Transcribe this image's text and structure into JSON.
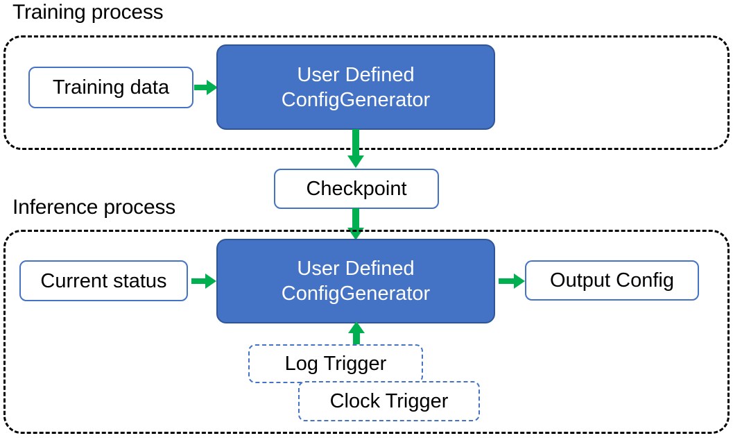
{
  "diagram": {
    "title_training": "Training process",
    "title_inference": "Inference process",
    "colors": {
      "process_fill": "#4472C4",
      "process_border": "#2F5597",
      "node_border": "#4472C4",
      "arrow": "#00B050",
      "group_border": "#000000",
      "text_dark": "#000000",
      "text_light": "#FFFFFF"
    },
    "nodes": {
      "training_data": "Training data",
      "training_generator_line1": "User Defined",
      "training_generator_line2": "ConfigGenerator",
      "checkpoint": "Checkpoint",
      "current_status": "Current status",
      "inference_generator_line1": "User Defined",
      "inference_generator_line2": "ConfigGenerator",
      "output_config": "Output Config",
      "log_trigger": "Log Trigger",
      "clock_trigger": "Clock Trigger"
    },
    "arrows": [
      {
        "name": "training-data-to-generator",
        "direction": "right"
      },
      {
        "name": "training-generator-to-checkpoint",
        "direction": "down"
      },
      {
        "name": "checkpoint-to-inference-generator",
        "direction": "down"
      },
      {
        "name": "current-status-to-inference-generator",
        "direction": "right"
      },
      {
        "name": "inference-generator-to-output-config",
        "direction": "right"
      },
      {
        "name": "triggers-to-inference-generator",
        "direction": "up"
      }
    ]
  }
}
